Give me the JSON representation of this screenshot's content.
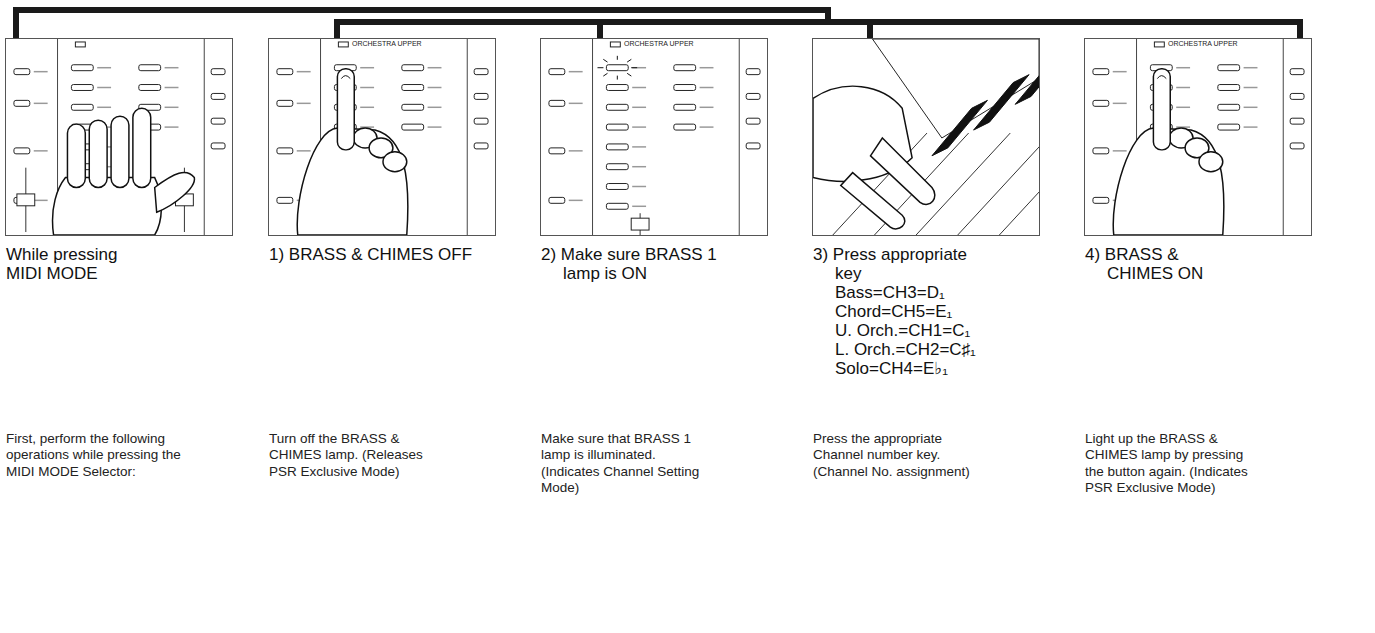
{
  "diagram": {
    "nodes": [
      {
        "text": [
          "While pressing MIDI MODE",
          "First, perform the following operations while pressing the MIDI MODE Selector:"
        ]
      },
      {
        "text": [
          "1) BRASS & CHIMES OFF",
          "Turn off the BRASS & CHIMES lamp. (Releases PSR Exclusive Mode)"
        ]
      },
      {
        "text": [
          "2) Make sure BRASS 1 lamp is ON",
          "Make sure that BRASS 1 lamp is illuminated. (Indicates Channel Setting Mode)"
        ]
      },
      {
        "text": [
          "3) Press appropriate key",
          "Bass=CH3=D₁",
          "Chord=CH5=E₁",
          "U. Orch.=CH1=C₁",
          "L. Orch.=CH2=C♯₁",
          "Solo=CH4=E♭₁",
          "Press the appropriate Channel number key. (Channel No. assignment)"
        ]
      },
      {
        "text": [
          "4) BRASS & CHIMES ON",
          "Light up the BRASS & CHIMES lamp by pressing the button again. (Indicates PSR Exclusive Mode)"
        ]
      }
    ],
    "edges": [
      {
        "from": 0,
        "to": 1,
        "arrow": "none"
      },
      {
        "from": 0,
        "to": 2,
        "arrow": "none"
      },
      {
        "from": 0,
        "to": 3,
        "arrow": "none"
      },
      {
        "from": 0,
        "to": 4,
        "arrow": "none"
      }
    ],
    "labels": [
      "ORCHESTRA UPPER",
      "ORCHESTRA UPPER",
      "ORCHESTRA UPPER"
    ]
  }
}
